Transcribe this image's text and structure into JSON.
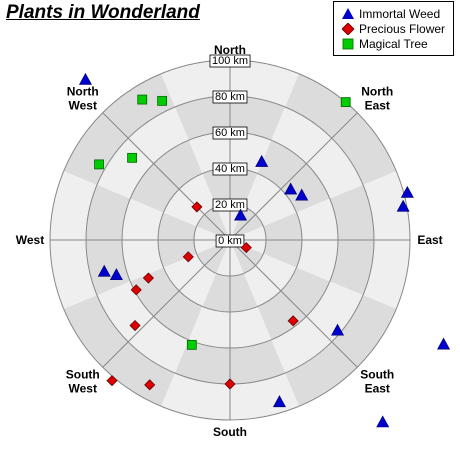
{
  "chart_data": {
    "type": "scatter",
    "subtype": "polar",
    "title": "Plants in Wonderland",
    "radial_unit": "km",
    "radial_range": [
      0,
      100
    ],
    "radial_ticks": [
      "0 km",
      "20 km",
      "40 km",
      "60 km",
      "80 km",
      "100 km"
    ],
    "angular_labels": [
      "North",
      "North East",
      "East",
      "South East",
      "South",
      "South West",
      "West",
      "North West"
    ],
    "angular_unit": "degrees clockwise from North",
    "grid": true,
    "legend_position": "top-right",
    "series": [
      {
        "name": "Immortal Weed",
        "marker": "triangle",
        "color": "#0000cc",
        "points": [
          {
            "angle": 22,
            "r": 47
          },
          {
            "angle": 50,
            "r": 44
          },
          {
            "angle": 58,
            "r": 47
          },
          {
            "angle": 23,
            "r": 15
          },
          {
            "angle": 75,
            "r": 102
          },
          {
            "angle": 79,
            "r": 98
          },
          {
            "angle": 116,
            "r": 132
          },
          {
            "angle": 130,
            "r": 78
          },
          {
            "angle": 140,
            "r": 132
          },
          {
            "angle": 163,
            "r": 94
          },
          {
            "angle": 253,
            "r": 66
          },
          {
            "angle": 256,
            "r": 72
          },
          {
            "angle": 318,
            "r": 120
          }
        ]
      },
      {
        "name": "Precious Flower",
        "marker": "diamond",
        "color": "#dd0000",
        "points": [
          {
            "angle": 315,
            "r": 26
          },
          {
            "angle": 115,
            "r": 10
          },
          {
            "angle": 142,
            "r": 57
          },
          {
            "angle": 180,
            "r": 80
          },
          {
            "angle": 209,
            "r": 92
          },
          {
            "angle": 220,
            "r": 102
          },
          {
            "angle": 228,
            "r": 71
          },
          {
            "angle": 242,
            "r": 59
          },
          {
            "angle": 245,
            "r": 50
          },
          {
            "angle": 248,
            "r": 25
          }
        ]
      },
      {
        "name": "Magical Tree",
        "marker": "square",
        "color": "#00cc00",
        "points": [
          {
            "angle": 328,
            "r": 92
          },
          {
            "angle": 334,
            "r": 86
          },
          {
            "angle": 300,
            "r": 84
          },
          {
            "angle": 310,
            "r": 71
          },
          {
            "angle": 40,
            "r": 100
          },
          {
            "angle": 200,
            "r": 62
          }
        ]
      }
    ]
  }
}
